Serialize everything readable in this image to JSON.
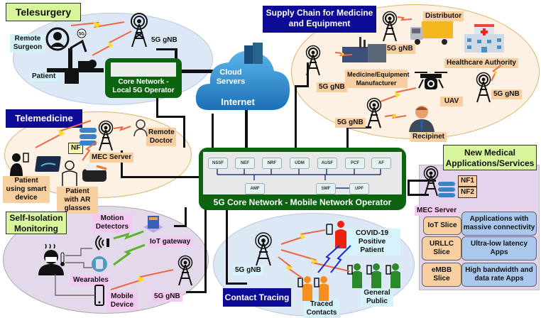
{
  "telesurgery": {
    "title": "Telesurgery",
    "remote_surgeon": "Remote Surgeon",
    "patient": "Patient",
    "gnb": "5G gNB",
    "badge_5g": "5G",
    "core_local": "Core Network - Local 5G Operator"
  },
  "cloud": {
    "servers": "Cloud Servers",
    "internet": "Internet"
  },
  "supply_chain": {
    "title": "Supply Chain for Medicine and Equipment",
    "distributor": "Distributor",
    "healthcare_authority": "Healthcare Authority",
    "manufacturer": "Medicine/Equipment Manufacturer",
    "uav": "UAV",
    "recipient": "Recipinet",
    "gnb_labels": [
      "5G gNB",
      "5G gNB",
      "5G gNB",
      "5G gNB"
    ]
  },
  "telemedicine": {
    "title": "Telemedicine",
    "nf": "NF",
    "mec_server": "MEC Server",
    "remote_doctor": "Remote Doctor",
    "patient_smart": "Patient using smart device",
    "patient_ar": "Patient with AR glasses"
  },
  "core_network": {
    "title": "5G Core Network - Mobile Network Operator",
    "functions_top": [
      "NSSF",
      "NEF",
      "NRF",
      "UDM",
      "AUSF",
      "PCF",
      "AF"
    ],
    "functions_bottom": [
      "AMF",
      "SMF",
      "UPF"
    ]
  },
  "new_medical": {
    "title": "New Medical Applications/Services",
    "nf1": "NF1",
    "nf2": "NF2",
    "mec_server": "MEC Server",
    "slices": [
      {
        "slice": "IoT Slice",
        "apps": "Applications with massive connectivity"
      },
      {
        "slice": "URLLC Slice",
        "apps": "Ultra-low latency Apps"
      },
      {
        "slice": "eMBB Slice",
        "apps": "High bandwidth and data rate Apps"
      }
    ]
  },
  "self_isolation": {
    "title": "Self-Isolation Monitoring",
    "motion_detectors": "Motion Detectors",
    "iot_gateway": "IoT gateway",
    "wearables": "Wearables",
    "mobile_device": "Mobile Device",
    "gnb": "5G gNB"
  },
  "contact_tracing": {
    "title": "Contact Tracing",
    "gnb": "5G gNB",
    "covid_patient": "COVID-19 Positive Patient",
    "general_public": "General Public",
    "traced_contacts": "Traced Contacts"
  },
  "colors": {
    "core_green": "#0c6410",
    "title_blue": "#0d0a96",
    "title_green": "#d7f59a",
    "label_peach": "#f8cfa0",
    "label_cyan": "#d6f3fb",
    "label_pink": "#f6c9f2"
  }
}
